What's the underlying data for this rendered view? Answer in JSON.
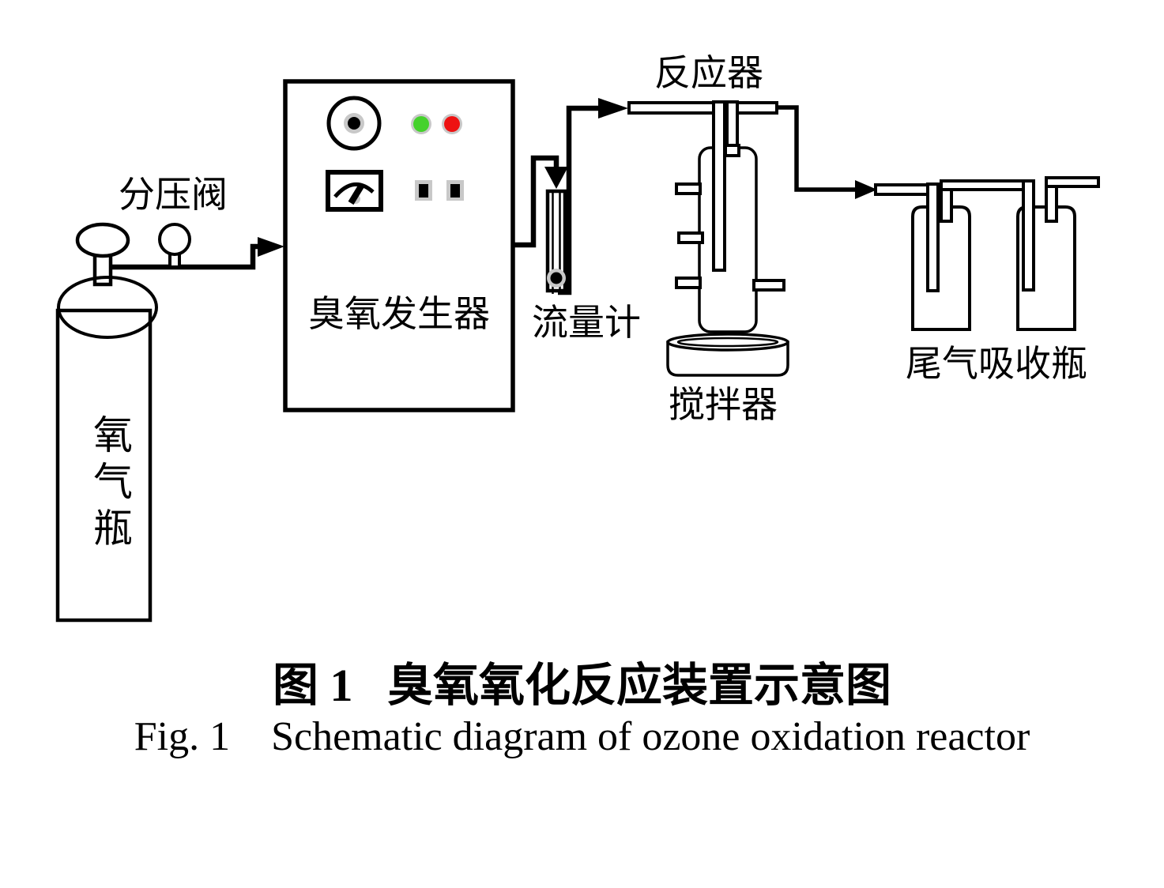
{
  "figure_caption": {
    "zh": "图 1   臭氧氧化反应装置示意图",
    "en": "Fig. 1    Schematic diagram of ozone oxidation reactor"
  },
  "component_labels": {
    "oxygen_cylinder": "氧气瓶",
    "pressure_regulator_valve": "分压阀",
    "ozone_generator": "臭氧发生器",
    "flow_meter": "流量计",
    "reactor": "反应器",
    "magnetic_stirrer": "搅拌器",
    "tail_gas_absorption_bottles": "尾气吸收瓶"
  },
  "indicator_colors": {
    "green_light": "#45d22c",
    "red_light": "#ee1212",
    "panel_gray": "#c8c8c8",
    "line_black": "#000000"
  }
}
